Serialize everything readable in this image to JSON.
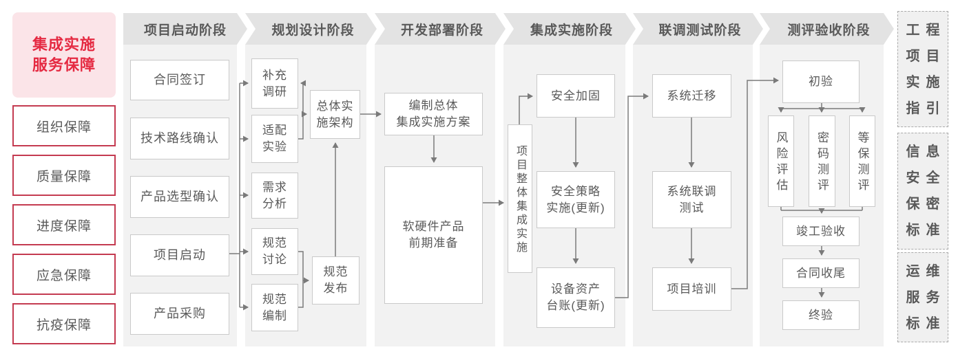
{
  "sidebar": {
    "title_line1": "集成实施",
    "title_line2": "服务保障",
    "items": [
      "组织保障",
      "质量保障",
      "进度保障",
      "应急保障",
      "抗疫保障"
    ]
  },
  "phases": [
    "项目启动阶段",
    "规划设计阶段",
    "开发部署阶段",
    "集成实施阶段",
    "联调测试阶段",
    "测评验收阶段"
  ],
  "nodes": {
    "contract_signing": "合同签订",
    "tech_route_confirm": "技术路线确认",
    "product_selection_confirm": "产品选型确认",
    "project_kickoff": "项目启动",
    "product_procurement": "产品采购",
    "supplementary_research": "补充\n调研",
    "adaptation_test": "适配\n实验",
    "requirement_analysis": "需求\n分析",
    "spec_discussion": "规范\n讨论",
    "spec_drafting": "规范\n编制",
    "overall_impl_architecture": "总体实\n施架构",
    "spec_release": "规范\n发布",
    "overall_integration_plan": "编制总体\n集成实施方案",
    "hw_sw_preparation": "软硬件产品\n前期准备",
    "project_overall_integration": "项目整体集成实施",
    "security_hardening": "安全加固",
    "security_policy_impl": "安全策略\n实施(更新)",
    "asset_ledger_update": "设备资产\n台账(更新)",
    "system_migration": "系统迁移",
    "system_joint_test": "系统联调\n测试",
    "project_training": "项目培训",
    "initial_acceptance": "初验",
    "risk_assessment": "风险评估",
    "crypto_evaluation": "密码测评",
    "classified_protection_eval": "等保测评",
    "completion_acceptance": "竣工验收",
    "contract_closure": "合同收尾",
    "final_acceptance": "终验"
  },
  "right_panels": [
    {
      "lines": [
        "工程",
        "项目",
        "实施",
        "指引"
      ]
    },
    {
      "lines": [
        "信息",
        "安全",
        "保密",
        "标准"
      ]
    },
    {
      "lines": [
        "运维",
        "服务",
        "标准"
      ]
    }
  ],
  "colors": {
    "accent_red": "#e52a42",
    "red_border": "#c43a50",
    "pink_bg": "#fbe4e8",
    "banner_bg": "#e3e3e3",
    "column_bg": "#f2f2f2",
    "line_gray": "#7a7a7a",
    "text_gray": "#595959"
  }
}
